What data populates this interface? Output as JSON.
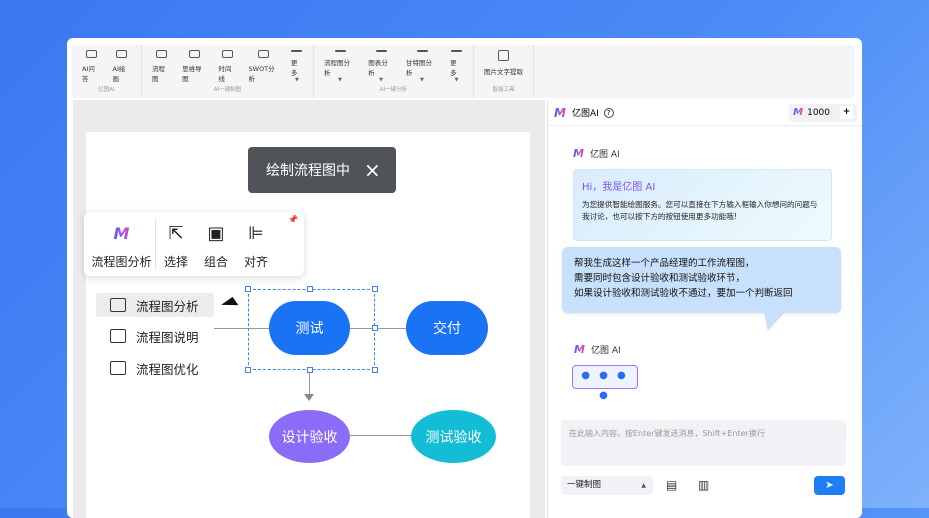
{
  "ribbon": {
    "groups": [
      {
        "label": "亿图AI",
        "tools": [
          {
            "label": "AI问答",
            "icon": "ai-logo-icon"
          },
          {
            "label": "AI绘画",
            "icon": "image-icon"
          }
        ]
      },
      {
        "label": "AI一键制图",
        "tools": [
          {
            "label": "流程图",
            "icon": "flowchart-icon"
          },
          {
            "label": "思维导图",
            "icon": "mindmap-icon"
          },
          {
            "label": "时间线",
            "icon": "timeline-icon"
          },
          {
            "label": "SWOT分析",
            "icon": "swot-icon"
          },
          {
            "label": "更多",
            "icon": "plus-box-icon",
            "dropdown": true
          }
        ]
      },
      {
        "label": "AI一键分析",
        "tools": [
          {
            "label": "流程图分析",
            "icon": "flowchart-analysis-icon",
            "dropdown": true
          },
          {
            "label": "图表分析",
            "icon": "chart-icon",
            "dropdown": true
          },
          {
            "label": "甘特图分析",
            "icon": "gantt-icon",
            "dropdown": true
          },
          {
            "label": "更多",
            "icon": "plus-box-icon",
            "dropdown": true
          }
        ]
      },
      {
        "label": "智能工具",
        "tools": [
          {
            "label": "图片文字提取",
            "icon": "ocr-icon"
          }
        ]
      }
    ]
  },
  "toast": {
    "text": "绘制流程图中",
    "close": "×"
  },
  "float_toolbar": {
    "items": [
      {
        "label": "流程图分析",
        "icon": "ai-logo-icon"
      },
      {
        "label": "选择",
        "icon": "cursor-icon"
      },
      {
        "label": "组合",
        "icon": "group-icon"
      },
      {
        "label": "对齐",
        "icon": "align-icon"
      }
    ]
  },
  "context_menu": {
    "items": [
      "流程图分析",
      "流程图说明",
      "流程图优化"
    ]
  },
  "diagram": {
    "nodes": {
      "test": "测试",
      "deliver": "交付",
      "design_check": "设计验收",
      "test_check": "测试验收"
    },
    "colors": {
      "blue": "#1a73f5",
      "purple": "#8b6cf6",
      "cyan": "#14bdd6"
    }
  },
  "panel": {
    "title": "亿图AI",
    "credits": "1000",
    "ai_name": "亿图 AI",
    "greeting_title": "Hi，我是亿图 AI",
    "greeting_body": "为您提供智能绘图服务。您可以直接在下方输入框输入你想问的问题与我讨论，也可以按下方的按钮使用更多功能哦!",
    "user_msg": [
      "帮我生成这样一个产品经理的工作流程图，",
      "需要同时包含设计验收和测试验收环节，",
      "如果设计验收和测试验收不通过，要加一个判断返回"
    ],
    "ai_name2": "亿图 AI",
    "input_placeholder": "在此输入内容，按Enter键发送消息，Shift+Enter换行",
    "mode_select": "一键制图"
  }
}
